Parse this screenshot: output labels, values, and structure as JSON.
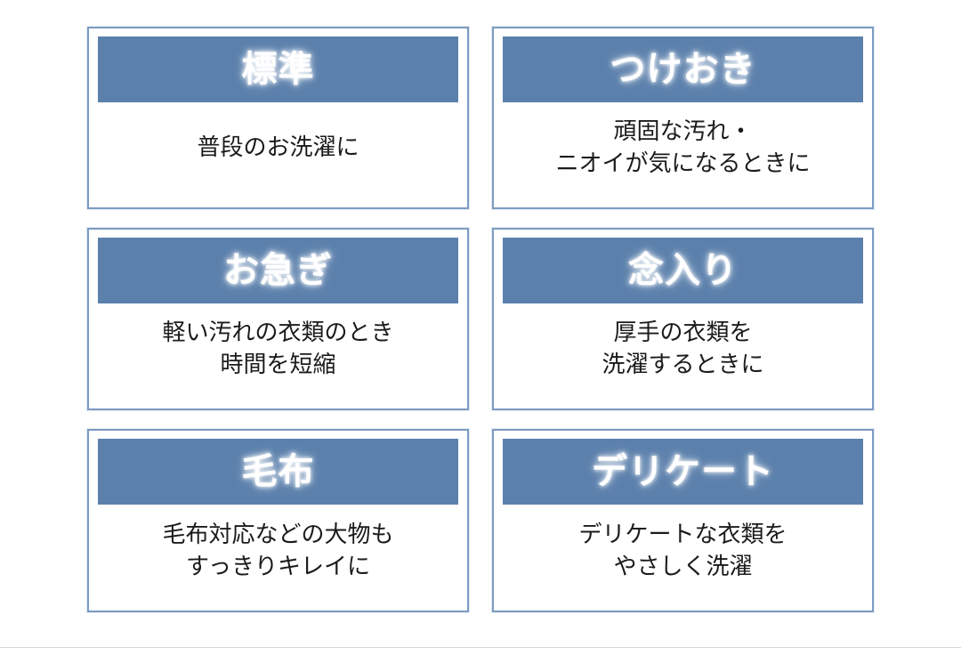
{
  "page": {
    "background_color": "#ffffff",
    "divider_color": "#d8d8d8"
  },
  "theme": {
    "header_bar_color": "#5b80ac",
    "card_border_color": "#7d9bc1",
    "title_text_color": "#ffffff",
    "body_text_color": "#1b1b1b",
    "card_background_color": "#ffffff"
  },
  "cards": [
    {
      "title": "標準",
      "lines": [
        "普段のお洗濯に"
      ]
    },
    {
      "title": "つけおき",
      "lines": [
        "頑固な汚れ・",
        "ニオイが気になるときに"
      ]
    },
    {
      "title": "お急ぎ",
      "lines": [
        "軽い汚れの衣類のとき",
        "時間を短縮"
      ]
    },
    {
      "title": "念入り",
      "lines": [
        "厚手の衣類を",
        "洗濯するときに"
      ]
    },
    {
      "title": "毛布",
      "lines": [
        "毛布対応などの大物も",
        "すっきりキレイに"
      ]
    },
    {
      "title": "デリケート",
      "lines": [
        "デリケートな衣類を",
        "やさしく洗濯"
      ]
    }
  ]
}
